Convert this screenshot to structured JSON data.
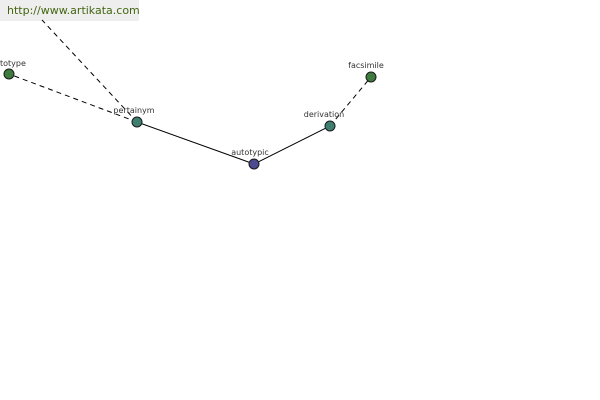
{
  "watermark": {
    "text": "http://www.artikata.com"
  },
  "graph": {
    "nodes": [
      {
        "id": "autotypic",
        "label": "autotypic",
        "role": "center",
        "color": "#4b4b8f"
      },
      {
        "id": "pertainym",
        "label": "pertainym",
        "role": "relation",
        "color": "#3f7f6f"
      },
      {
        "id": "derivation",
        "label": "derivation",
        "role": "relation",
        "color": "#3f7f6f"
      },
      {
        "id": "autotype",
        "label": "totype",
        "role": "word",
        "color": "#3f7a3f"
      },
      {
        "id": "facsimile",
        "label": "facsimile",
        "role": "word",
        "color": "#3f7a3f"
      }
    ],
    "edges": [
      {
        "from": "autotypic",
        "to": "pertainym",
        "style": "solid"
      },
      {
        "from": "autotypic",
        "to": "derivation",
        "style": "solid"
      },
      {
        "from": "pertainym",
        "to": "autotype",
        "style": "dashed"
      },
      {
        "from": "pertainym",
        "to": "offscreen-top",
        "style": "dashed"
      },
      {
        "from": "derivation",
        "to": "facsimile",
        "style": "dashed"
      }
    ]
  }
}
